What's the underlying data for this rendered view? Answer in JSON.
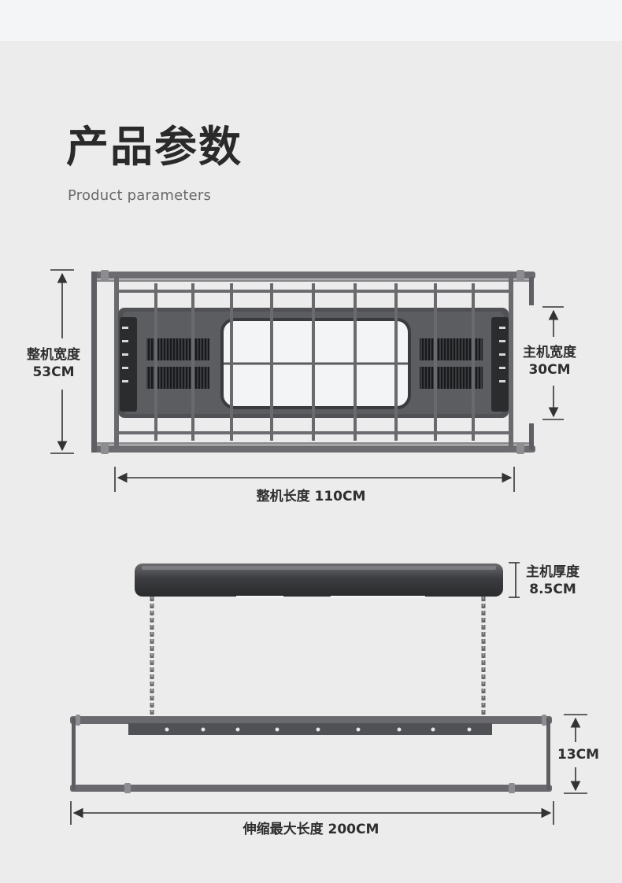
{
  "header": {
    "title": "产品参数",
    "subtitle": "Product parameters"
  },
  "top_view": {
    "width_label": "整机宽度",
    "width_value": "53CM",
    "host_width_label": "主机宽度",
    "host_width_value": "30CM",
    "length_label": "整机长度 110CM"
  },
  "side_view": {
    "thickness_label": "主机厚度",
    "thickness_value": "8.5CM",
    "height_value": "13CM",
    "max_length_label": "伸缩最大长度 200CM"
  },
  "colors": {
    "background": "#ececec",
    "frame": "#5a5a5e",
    "host_dark": "#3a3b3e",
    "light_panel": "#f2f3f5"
  }
}
